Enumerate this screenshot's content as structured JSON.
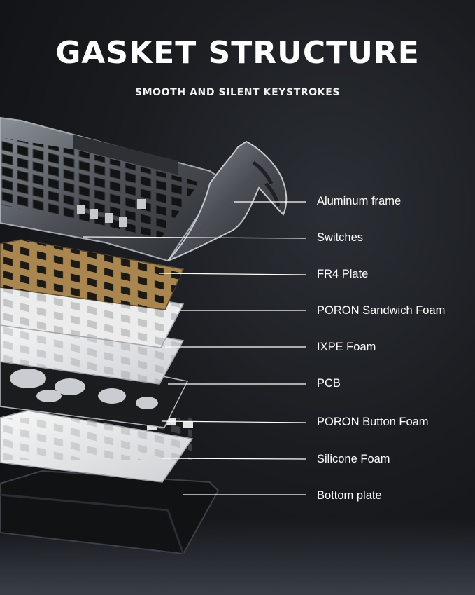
{
  "header": {
    "title": "GASKET STRUCTURE",
    "subtitle": "SMOOTH AND SILENT KEYSTROKES"
  },
  "colors": {
    "background": "#15171a",
    "text": "#ffffff",
    "leader_line": "#ffffff",
    "aluminum": "#6e737a",
    "fr4_plate": "#b8925a",
    "poron_foam": "#e9e9e9",
    "pcb": "#1c1c1c",
    "silicone_foam": "#f0f0f0",
    "bottom_plate": "#111214"
  },
  "layers": [
    {
      "label": "Aluminum frame"
    },
    {
      "label": "Switches"
    },
    {
      "label": "FR4 Plate"
    },
    {
      "label": "PORON Sandwich Foam"
    },
    {
      "label": "IXPE Foam"
    },
    {
      "label": "PCB"
    },
    {
      "label": "PORON Button Foam"
    },
    {
      "label": "Silicone Foam"
    },
    {
      "label": "Bottom plate"
    }
  ]
}
